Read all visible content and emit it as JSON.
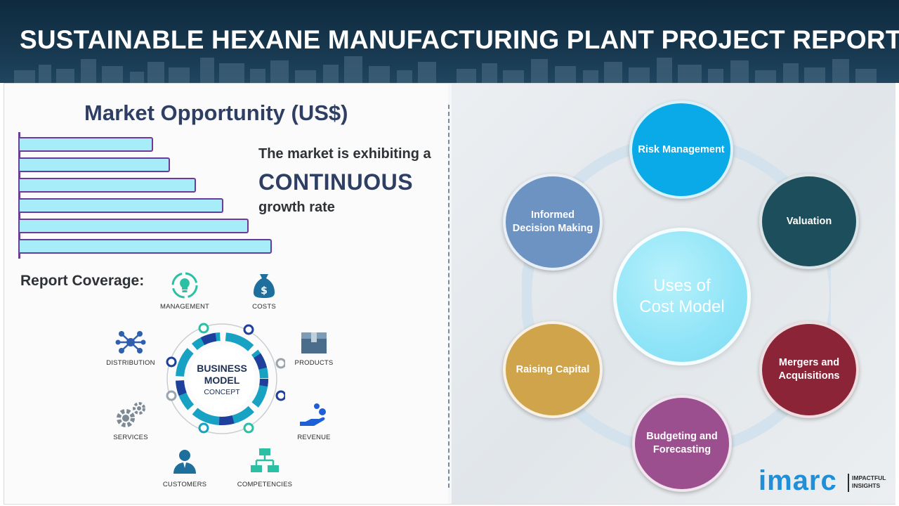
{
  "header": {
    "title": "SUSTAINABLE HEXANE MANUFACTURING PLANT PROJECT REPORT"
  },
  "market": {
    "title": "Market Opportunity (US$)",
    "line1": "The market is exhibiting a",
    "line2": "CONTINUOUS",
    "line3": "growth rate",
    "bar_values": [
      190,
      214,
      251,
      290,
      326,
      359
    ]
  },
  "coverage": {
    "title": "Report Coverage:",
    "items": [
      {
        "label": "MANAGEMENT",
        "icon": "lightbulb-cycle-icon"
      },
      {
        "label": "COSTS",
        "icon": "money-bag-icon"
      },
      {
        "label": "DISTRIBUTION",
        "icon": "network-icon"
      },
      {
        "label": "PRODUCTS",
        "icon": "box-icon"
      },
      {
        "label": "SERVICES",
        "icon": "gears-icon"
      },
      {
        "label": "REVENUE",
        "icon": "hand-coins-icon"
      },
      {
        "label": "CUSTOMERS",
        "icon": "person-icon"
      },
      {
        "label": "COMPETENCIES",
        "icon": "hierarchy-icon"
      }
    ],
    "center": {
      "line1": "BUSINESS",
      "line2": "MODEL",
      "line3": "CONCEPT"
    }
  },
  "cost_model": {
    "center_line1": "Uses of",
    "center_line2": "Cost Model",
    "nodes": [
      {
        "label": "Risk Management",
        "color": "#0aa9e8"
      },
      {
        "label": "Valuation",
        "color": "#1c4e5c"
      },
      {
        "label": "Mergers and Acquisitions",
        "color": "#8c2437"
      },
      {
        "label": "Budgeting and Forecasting",
        "color": "#9b4f8f"
      },
      {
        "label": "Raising Capital",
        "color": "#cfa44a"
      },
      {
        "label": "Informed Decision Making",
        "color": "#6d93c3"
      }
    ]
  },
  "logo": {
    "main": "imarc",
    "sub1": "IMPACTFUL",
    "sub2": "INSIGHTS"
  }
}
